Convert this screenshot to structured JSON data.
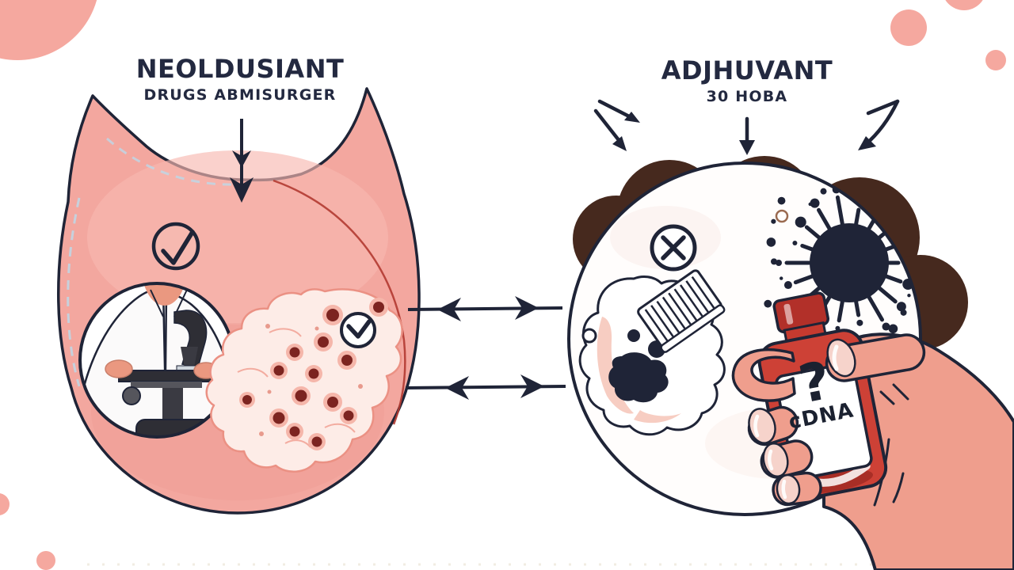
{
  "illustration": {
    "left_panel": {
      "title": "NEOLDUSIANT",
      "subtitle": "DRUGS ABMISURGER"
    },
    "right_panel": {
      "title": "ADJHUVANT",
      "subtitle": "30 HOBA"
    },
    "bottle_label": {
      "symbol": "?",
      "text": "cDNA"
    },
    "icons": {
      "check_circle_icon": "✓",
      "check_badge_icon": "✓",
      "x_circle_icon": "✕",
      "down_arrow_icon": "↓",
      "left_right_arrows_icon": "⇄"
    },
    "colors": {
      "ink": "#1f2437",
      "blob_pink": "#f3a79f",
      "scallop_brown": "#46291e",
      "bottle_red": "#cd4136",
      "hand_skin": "#ef9e8d",
      "nail_pink": "#f6d3cb",
      "accent_blue_dash": "#bdd8e8",
      "accent_red_line": "#b23a31",
      "tumor_spot": "#7c2420",
      "corner_pink": "#f5a89f",
      "background": "#ffffff"
    }
  }
}
